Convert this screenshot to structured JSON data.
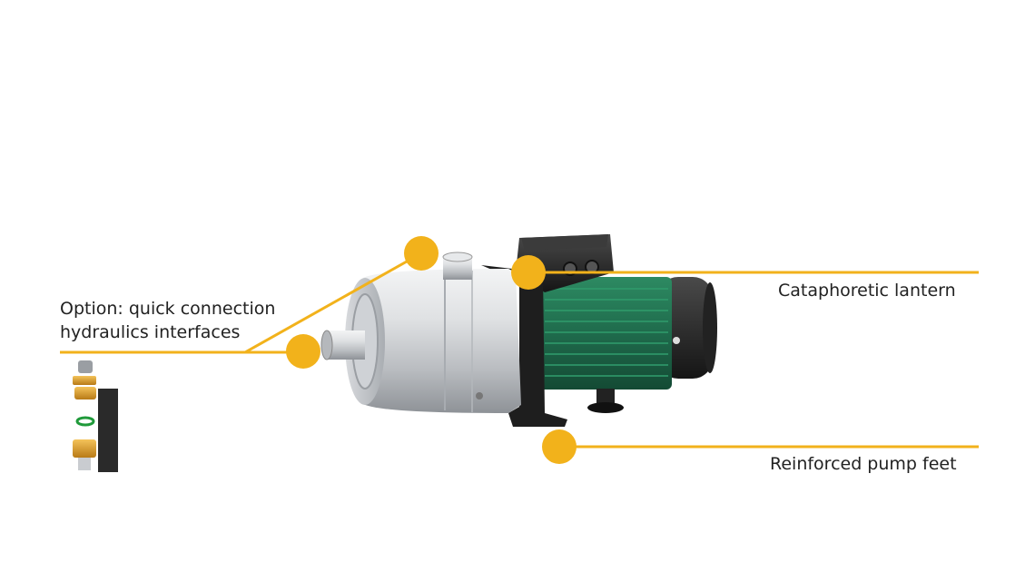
{
  "colors": {
    "accent": "#f2b21b",
    "motor_green": "#1f6b4c",
    "steel": "#c9ccd0",
    "black_parts": "#262626"
  },
  "callouts": {
    "left": {
      "line1": "Option: quick connection",
      "line2": "hydraulics interfaces"
    },
    "right_top": {
      "text": "Cataphoretic lantern"
    },
    "right_bottom": {
      "text": "Reinforced pump feet"
    }
  }
}
